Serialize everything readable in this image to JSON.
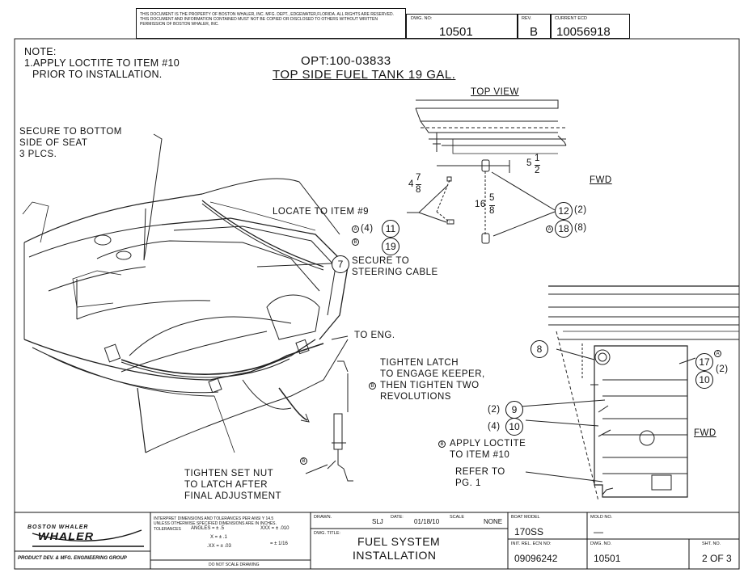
{
  "header": {
    "notice": "THIS DOCUMENT IS THE PROPERTY OF BOSTON WHALER, INC. MFG. DEPT., EDGEWATER,FLORIDA. ALL RIGHTS ARE RESERVED. THIS DOCUMENT AND INFORMATION CONTAINED MUST NOT BE COPIED OR DISCLOSED TO OTHERS WITHOUT WRITTEN PERMISSION OF BOSTON WHALER, INC.",
    "dwg_no_label": "DWG. NO:",
    "dwg_no": "10501",
    "rev_label": "REV.",
    "rev": "B",
    "ecd_label": "CURRENT ECD",
    "ecd": "10056918"
  },
  "notes": {
    "heading": "NOTE:",
    "line1": "1.APPLY LOCTITE TO ITEM #10",
    "line2": "PRIOR TO INSTALLATION."
  },
  "title": {
    "opt": "OPT:100-03833",
    "name": "TOP SIDE FUEL TANK 19 GAL."
  },
  "callouts": {
    "top_view": "TOP VIEW",
    "secure_bottom": [
      "SECURE TO BOTTOM",
      "SIDE OF SEAT",
      "3 PLCS."
    ],
    "locate": "LOCATE TO ITEM #9",
    "secure_steering": [
      "SECURE TO",
      "STEERING CABLE"
    ],
    "to_eng": "TO ENG.",
    "tighten_latch": [
      "TIGHTEN LATCH",
      "TO ENGAGE KEEPER,",
      "THEN TIGHTEN TWO",
      "REVOLUTIONS"
    ],
    "tighten_nut": [
      "TIGHTEN SET NUT",
      "TO LATCH AFTER",
      "FINAL ADJUSTMENT"
    ],
    "apply_loctite": [
      "APPLY LOCTITE",
      "TO ITEM #10"
    ],
    "refer": [
      "REFER TO",
      "PG. 1"
    ],
    "fwd": "FWD"
  },
  "dims": {
    "d1_whole": "5",
    "d1_num": "1",
    "d1_den": "2",
    "d2_whole": "4",
    "d2_num": "7",
    "d2_den": "8",
    "d3_whole": "16",
    "d3_num": "5",
    "d3_den": "8"
  },
  "items": {
    "i11": "11",
    "i19": "19",
    "i7": "7",
    "i12": "12",
    "i18": "18",
    "i8": "8",
    "i17": "17",
    "i10": "10",
    "i9": "9",
    "i10b": "10",
    "qty4": "(4)",
    "qty2": "(2)",
    "qty8": "(8)",
    "qty2b": "(2)",
    "qty2c": "(2)",
    "qty4b": "(4)",
    "a": "A",
    "b": "B"
  },
  "title_block": {
    "brand": "BOSTON WHALER",
    "group": "PRODUCT DEV. & MFG. ENGINEERING GROUP",
    "tol1": "INTERPRET DIMENSIONS AND TOLERANCES PER ANSI Y 14.5",
    "tol2": "UNLESS OTHERWISE SPECIFIED DIMENSIONS ARE IN INCHES.",
    "tol_label": "TOLERANCES",
    "angles": "ANGLES = ± .5",
    "x": "X = ± .1",
    "xx": ".XX = ± .03",
    "xxx": "XXX = ± .010",
    "frac": "= ± 1/16",
    "no_scale": "DO NOT SCALE DRAWING",
    "drawn_label": "DRAWN.",
    "drawn": "SLJ",
    "date_label": "DATE:",
    "date": "01/18/10",
    "scale_label": "SCALE",
    "scale": "NONE",
    "dwg_title_label": "DWG. TITLE:",
    "dwg_title1": "FUEL SYSTEM",
    "dwg_title2": "INSTALLATION",
    "boat_model_label": "BOAT MODEL",
    "boat_model": "170SS",
    "mold_label": "MOLD NO.",
    "mold": "—",
    "init_ecn_label": "INIT. REL. ECN NO:",
    "init_ecn": "09096242",
    "dwg_no_label": "DWG. NO.",
    "dwg_no": "10501",
    "sht_label": "SHT. NO.",
    "sht": "2 OF 3"
  }
}
